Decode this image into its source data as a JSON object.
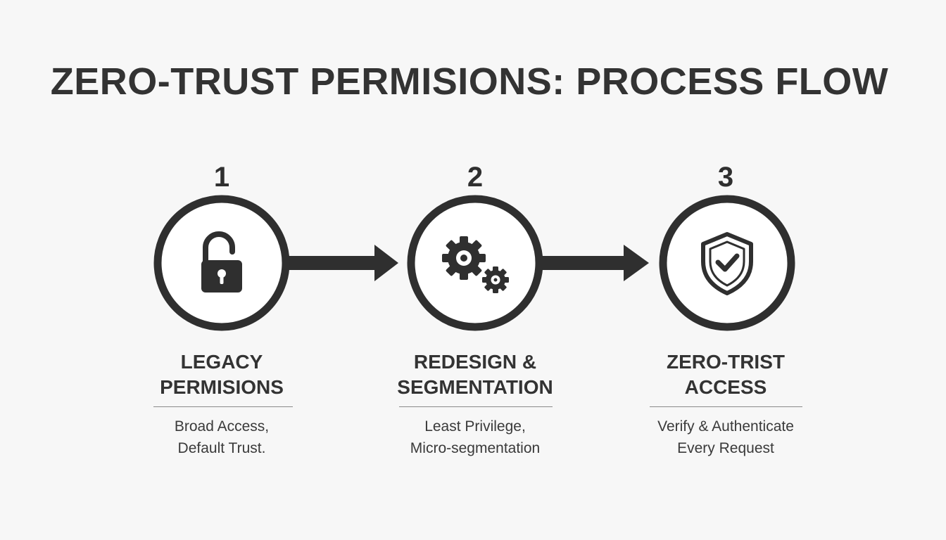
{
  "title": "ZERO-TRUST PERMISIONS: PROCESS FLOW",
  "colors": {
    "ink": "#2f2f2f",
    "background": "#f7f7f7",
    "divider": "#8a8a8a"
  },
  "steps": [
    {
      "number": "1",
      "icon": "unlocked-padlock-icon",
      "heading": [
        "LEGACY",
        "PERMISIONS"
      ],
      "description": [
        "Broad Access,",
        "Default Trust."
      ]
    },
    {
      "number": "2",
      "icon": "gears-icon",
      "heading": [
        "REDESIGN &",
        "SEGMENTATION"
      ],
      "description": [
        "Least Privilege,",
        "Micro-segmentation"
      ]
    },
    {
      "number": "3",
      "icon": "shield-check-icon",
      "heading": [
        "ZERO-TRIST",
        "ACCESS"
      ],
      "description": [
        "Verify & Authenticate",
        "Every Request"
      ]
    }
  ]
}
